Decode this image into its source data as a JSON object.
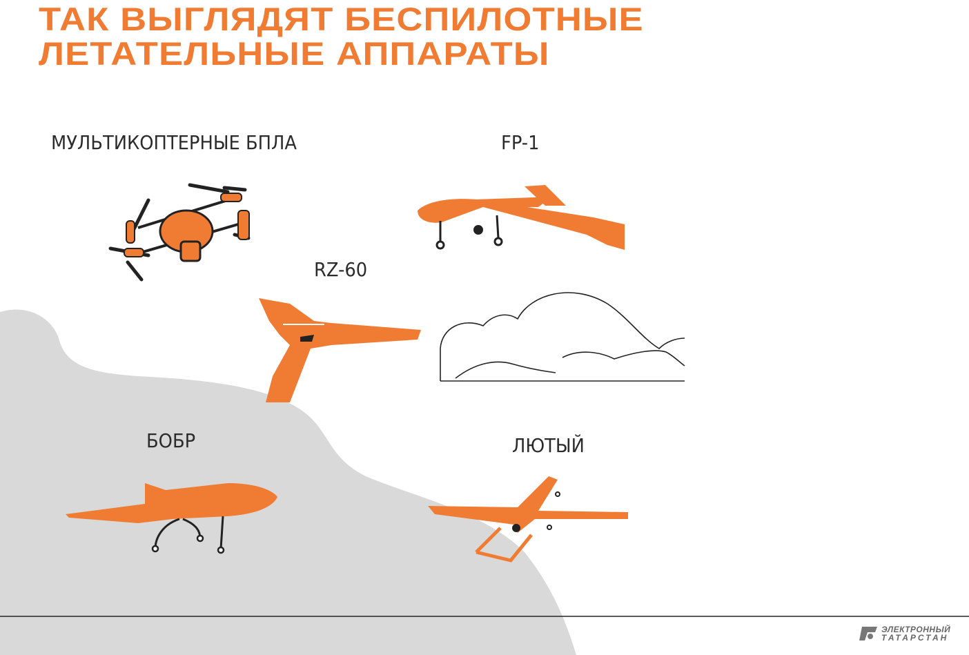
{
  "title": {
    "line1": "ТАК ВЫГЛЯДЯТ БЕСПИЛОТНЫЕ",
    "line2": "ЛЕТАТЕЛЬНЫЕ АППАРАТЫ"
  },
  "drones": [
    {
      "label": "МУЛЬТИКОПТЕРНЫЕ БПЛА"
    },
    {
      "label": "FP-1"
    },
    {
      "label": "RZ-60"
    },
    {
      "label": "БОБР"
    },
    {
      "label": "ЛЮТЫЙ"
    }
  ],
  "logo": {
    "line1": "ЭЛЕКТРОННЫЙ",
    "line2": "ТАТАРСТАН"
  },
  "colors": {
    "accent": "#f07c34",
    "background_shape": "#d9d9d9",
    "text": "#2b2b2b"
  }
}
